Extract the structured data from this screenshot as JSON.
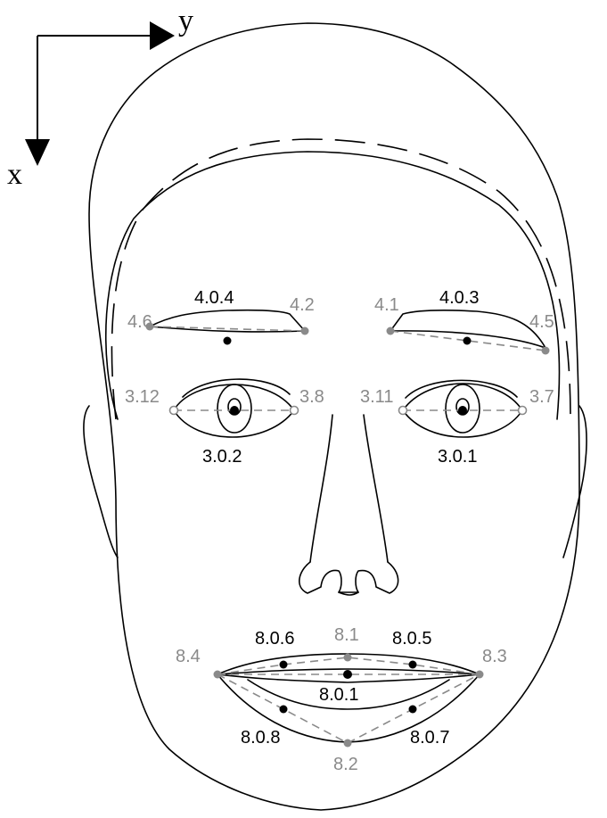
{
  "axes": {
    "x_label": "x",
    "y_label": "y"
  },
  "colors": {
    "line": "#000000",
    "feature_point": "#000000",
    "reference_point": "#8a8a8a",
    "guide_line": "#8a8a8a",
    "background": "#ffffff"
  },
  "labels": {
    "brow_right_center": "4.0.4",
    "brow_right_inner": "4.2",
    "brow_right_outer": "4.6",
    "brow_left_center": "4.0.3",
    "brow_left_inner": "4.1",
    "brow_left_outer": "4.5",
    "eye_right_outer": "3.12",
    "eye_right_inner": "3.8",
    "eye_right_center": "3.0.2",
    "eye_left_inner": "3.11",
    "eye_left_outer": "3.7",
    "eye_left_center": "3.0.1",
    "mouth_top_right": "8.0.6",
    "mouth_top": "8.1",
    "mouth_top_left": "8.0.5",
    "mouth_corner_right": "8.4",
    "mouth_corner_left": "8.3",
    "mouth_center": "8.0.1",
    "mouth_bottom_right": "8.0.8",
    "mouth_bottom_left": "8.0.7",
    "mouth_bottom": "8.2"
  }
}
